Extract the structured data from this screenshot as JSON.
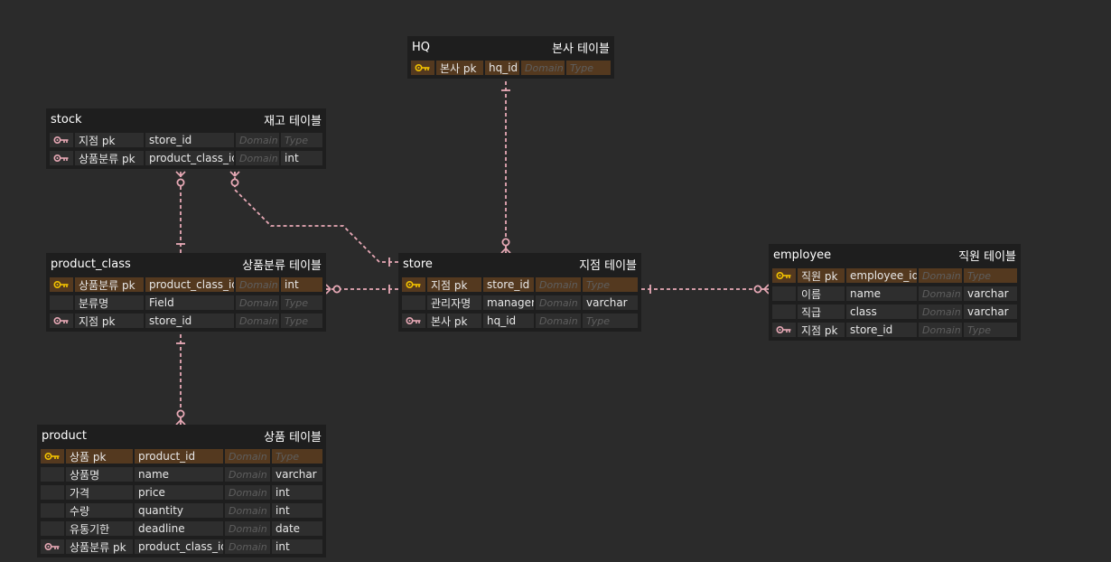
{
  "colors": {
    "background": "#2b2b2b",
    "table_bg": "#1e1e1e",
    "cell_bg": "#2e2e2e",
    "pk_row_bg": "#54391f",
    "relation_line": "#e8a9b6",
    "pk_key_icon": "#f2c200",
    "fk_key_icon": "#e8a9b6"
  },
  "tables": [
    {
      "id": "hq",
      "name": "HQ",
      "label": "본사 테이블",
      "rows": [
        {
          "key": "pk",
          "logical": "본사 pk",
          "physical": "hq_id",
          "domain": "Domain",
          "type": "Type",
          "type_placeholder": true
        }
      ]
    },
    {
      "id": "stock",
      "name": "stock",
      "label": "재고 테이블",
      "rows": [
        {
          "key": "fk",
          "logical": "지점 pk",
          "physical": "store_id",
          "domain": "Domain",
          "type": "Type",
          "type_placeholder": true
        },
        {
          "key": "fk",
          "logical": "상품분류 pk",
          "physical": "product_class_id",
          "domain": "Domain",
          "type": "int",
          "type_placeholder": false
        }
      ]
    },
    {
      "id": "product_class",
      "name": "product_class",
      "label": "상품분류 테이블",
      "rows": [
        {
          "key": "pk",
          "logical": "상품분류 pk",
          "physical": "product_class_id",
          "domain": "Domain",
          "type": "int",
          "type_placeholder": false
        },
        {
          "key": "",
          "logical": "분류명",
          "physical": "Field",
          "domain": "Domain",
          "type": "Type",
          "type_placeholder": true
        },
        {
          "key": "fk",
          "logical": "지점 pk",
          "physical": "store_id",
          "domain": "Domain",
          "type": "Type",
          "type_placeholder": true
        }
      ]
    },
    {
      "id": "store",
      "name": "store",
      "label": "지점 테이블",
      "rows": [
        {
          "key": "pk",
          "logical": "지점 pk",
          "physical": "store_id",
          "domain": "Domain",
          "type": "Type",
          "type_placeholder": true
        },
        {
          "key": "",
          "logical": "관리자명",
          "physical": "manager",
          "domain": "Domain",
          "type": "varchar",
          "type_placeholder": false
        },
        {
          "key": "fk",
          "logical": "본사 pk",
          "physical": "hq_id",
          "domain": "Domain",
          "type": "Type",
          "type_placeholder": true
        }
      ]
    },
    {
      "id": "employee",
      "name": "employee",
      "label": "직원 테이블",
      "rows": [
        {
          "key": "pk",
          "logical": "직원 pk",
          "physical": "employee_id",
          "domain": "Domain",
          "type": "Type",
          "type_placeholder": true
        },
        {
          "key": "",
          "logical": "이름",
          "physical": "name",
          "domain": "Domain",
          "type": "varchar",
          "type_placeholder": false
        },
        {
          "key": "",
          "logical": "직급",
          "physical": "class",
          "domain": "Domain",
          "type": "varchar",
          "type_placeholder": false
        },
        {
          "key": "fk",
          "logical": "지점 pk",
          "physical": "store_id",
          "domain": "Domain",
          "type": "Type",
          "type_placeholder": true
        }
      ]
    },
    {
      "id": "product",
      "name": "product",
      "label": "상품 테이블",
      "rows": [
        {
          "key": "pk",
          "logical": "상품 pk",
          "physical": "product_id",
          "domain": "Domain",
          "type": "Type",
          "type_placeholder": true
        },
        {
          "key": "",
          "logical": "상품명",
          "physical": "name",
          "domain": "Domain",
          "type": "varchar",
          "type_placeholder": false
        },
        {
          "key": "",
          "logical": "가격",
          "physical": "price",
          "domain": "Domain",
          "type": "int",
          "type_placeholder": false
        },
        {
          "key": "",
          "logical": "수량",
          "physical": "quantity",
          "domain": "Domain",
          "type": "int",
          "type_placeholder": false
        },
        {
          "key": "",
          "logical": "유통기한",
          "physical": "deadline",
          "domain": "Domain",
          "type": "date",
          "type_placeholder": false
        },
        {
          "key": "fk",
          "logical": "상품분류 pk",
          "physical": "product_class_id",
          "domain": "Domain",
          "type": "int",
          "type_placeholder": false
        }
      ]
    }
  ],
  "relations": [
    {
      "id": "hq-store",
      "from": "hq",
      "to": "store",
      "from_end": "one",
      "to_end": "zero-or-many"
    },
    {
      "id": "stock-product_class",
      "from": "product_class",
      "to": "stock",
      "from_end": "one",
      "to_end": "zero-or-many"
    },
    {
      "id": "stock-store",
      "from": "store",
      "to": "stock",
      "from_end": "one",
      "to_end": "zero-or-many"
    },
    {
      "id": "product_class-store",
      "from": "store",
      "to": "product_class",
      "from_end": "one",
      "to_end": "zero-or-many"
    },
    {
      "id": "employee-store",
      "from": "store",
      "to": "employee",
      "from_end": "one",
      "to_end": "zero-or-many"
    },
    {
      "id": "product-product_class",
      "from": "product_class",
      "to": "product",
      "from_end": "one",
      "to_end": "zero-or-many"
    }
  ]
}
